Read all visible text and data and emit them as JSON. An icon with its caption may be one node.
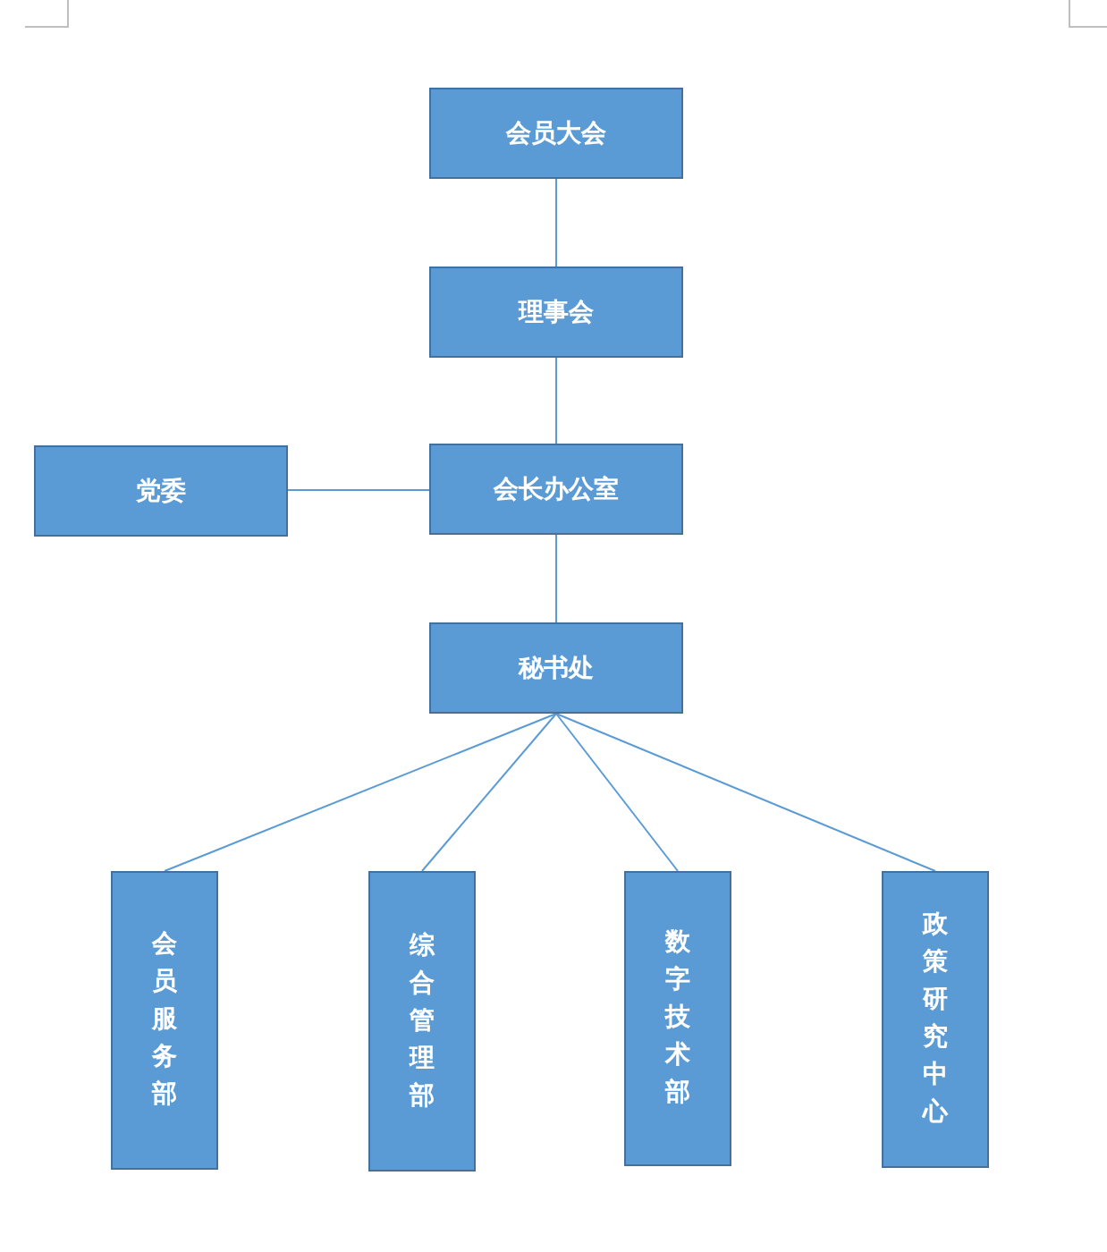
{
  "diagram": {
    "nodes": [
      {
        "text": [
          "会员大会"
        ]
      },
      {
        "text": [
          "理事会"
        ]
      },
      {
        "text": [
          "党委"
        ]
      },
      {
        "text": [
          "会长办公室"
        ]
      },
      {
        "text": [
          "秘书处"
        ]
      },
      {
        "text": [
          "会员服务部"
        ]
      },
      {
        "text": [
          "综合管理部"
        ]
      },
      {
        "text": [
          "数字技术部"
        ]
      },
      {
        "text": [
          "政策研究中心"
        ]
      }
    ],
    "edges": [
      {
        "from": 0,
        "to": 1,
        "arrow": "none"
      },
      {
        "from": 1,
        "to": 3,
        "arrow": "none"
      },
      {
        "from": 2,
        "to": 3,
        "arrow": "none"
      },
      {
        "from": 3,
        "to": 4,
        "arrow": "none"
      },
      {
        "from": 4,
        "to": 5,
        "arrow": "none"
      },
      {
        "from": 4,
        "to": 6,
        "arrow": "none"
      },
      {
        "from": 4,
        "to": 7,
        "arrow": "none"
      },
      {
        "from": 4,
        "to": 8,
        "arrow": "none"
      }
    ]
  }
}
